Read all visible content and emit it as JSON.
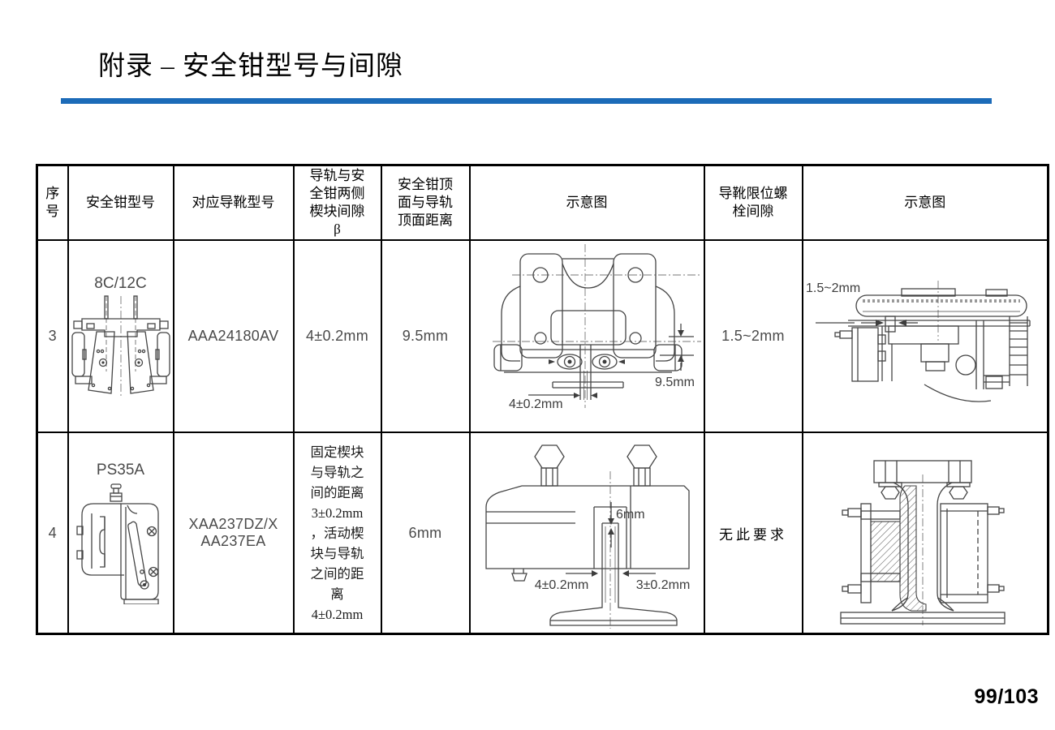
{
  "slide": {
    "title": "附录 – 安全钳型号与间隙",
    "page_number": "99/103",
    "accent_color": "#1c6bb8"
  },
  "table": {
    "headers": {
      "no": "序\n号",
      "clamp_model": "安全钳型号",
      "shoe_model": "对应导靴型号",
      "wedge_gap": "导轨与安\n全钳两侧\n楔块间隙\nβ",
      "top_distance": "安全钳顶\n面与导轨\n顶面距离",
      "diagram1": "示意图",
      "bolt_gap": "导靴限位螺\n栓间隙",
      "diagram2": "示意图"
    },
    "rows": [
      {
        "no": "3",
        "clamp_model": "8C/12C",
        "shoe_model": "AAA24180AV",
        "wedge_gap": "4±0.2mm",
        "top_distance": "9.5mm",
        "diagram1": {
          "dim_top": "9.5mm",
          "dim_bottom": "4±0.2mm"
        },
        "bolt_gap": "1.5~2mm",
        "diagram2": {
          "dim": "1.5~2mm"
        }
      },
      {
        "no": "4",
        "clamp_model": "PS35A",
        "shoe_model": "XAA237DZ/X\nAA237EA",
        "wedge_gap": "固定楔块\n与导轨之\n间的距离\n3±0.2mm\n，活动楔\n块与导轨\n之间的距\n离\n4±0.2mm",
        "top_distance": "6mm",
        "diagram1": {
          "dim_top": "6mm",
          "dim_left": "4±0.2mm",
          "dim_right": "3±0.2mm"
        },
        "bolt_gap": "无此要求",
        "diagram2": {}
      }
    ]
  }
}
